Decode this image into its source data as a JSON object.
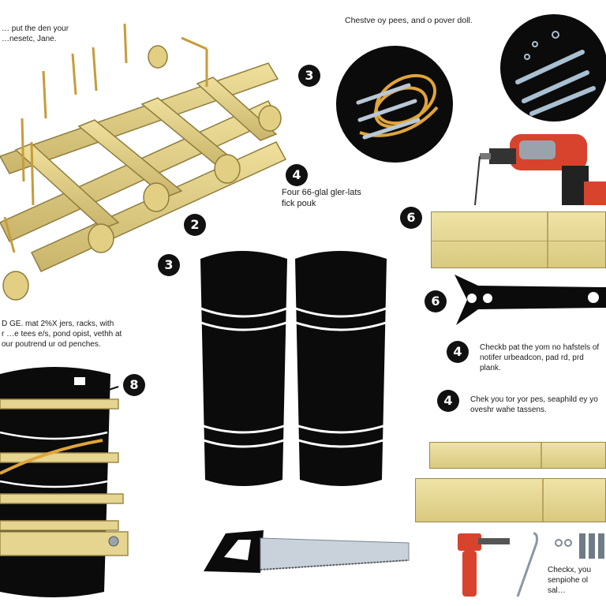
{
  "notes": {
    "top_left": "… put the den your\n…nesetc, Jane.",
    "top_center": "Chestve oy pees, and o pover doll.",
    "four_glue_1": "Four 66-glal gler-lats",
    "four_glue_2": "fick pouk",
    "left_mid": "D GE. mat 2%X jers, racks, with\nr …e tees e/s, pond opist, vethh at\nour poutrend ur od penches.",
    "right_a": "Checkb pat the yom no hafstels of\nnotifer urbeadcon, pad rd, prd\nplank.",
    "right_b": "Chek you tor yor pes, seaphild ey yo\noveshr wahe tassens.",
    "bottom_right": "Checkx, you\nsenpiohe ol sal…"
  },
  "badges": {
    "b3_top": "3",
    "b4_mid": "4",
    "b2": "2",
    "b3_left": "3",
    "b6_top": "6",
    "b6_mid": "6",
    "b4_right_a": "4",
    "b4_right_b": "4",
    "b8": "8"
  },
  "icons": [
    "wood-raft-frame",
    "screws-and-rope-icon",
    "screws-icon",
    "power-drill-icon",
    "plastic-barrels",
    "wrench-icon",
    "hand-saw-icon",
    "hammer-icon",
    "hook-icon",
    "bolts-icon",
    "barrel-with-planks"
  ],
  "colors": {
    "wood": "#e6d590",
    "wood_dark": "#a8954e",
    "ink": "#111111",
    "rope": "#e0a53a",
    "drill_red": "#d8432e",
    "steel": "#9fb2c4"
  }
}
